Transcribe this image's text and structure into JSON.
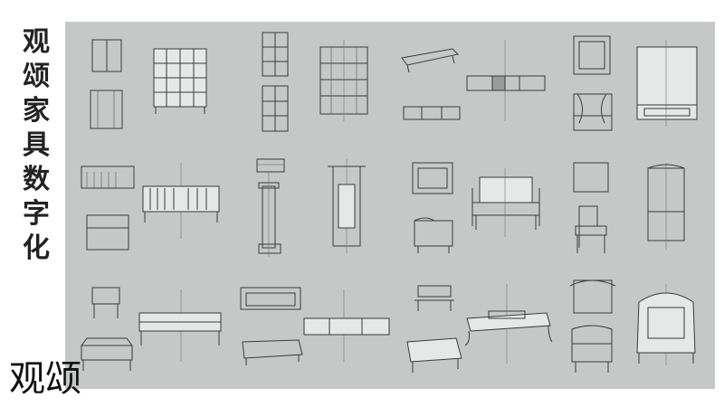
{
  "title_vertical": [
    "观",
    "颂",
    "家",
    "具",
    "数",
    "字",
    "化"
  ],
  "logo_text": "观颂",
  "colors": {
    "panel": "#c6c8c8",
    "ink": "#3a3a3a",
    "background": "#ffffff"
  }
}
